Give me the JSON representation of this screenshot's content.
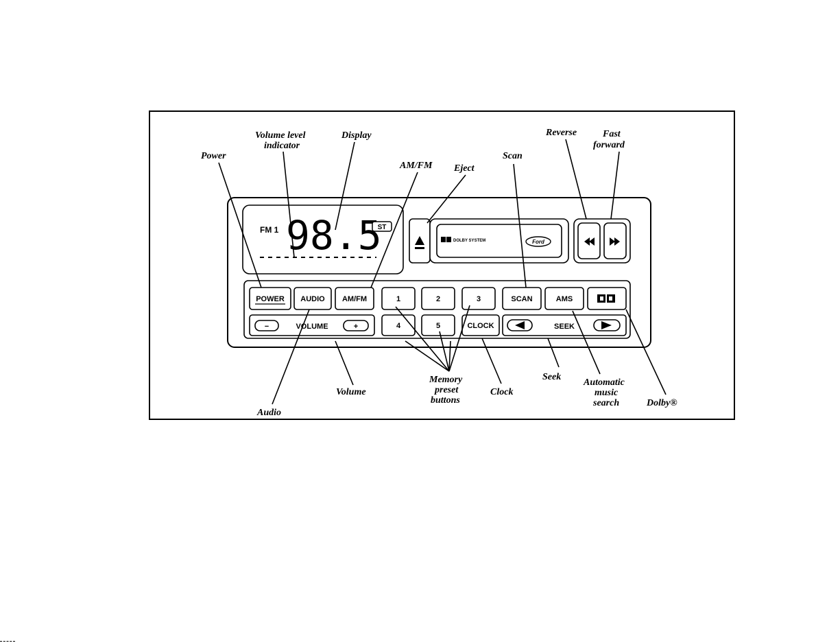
{
  "callouts": {
    "power": "Power",
    "volume_level_indicator_1": "Volume level",
    "volume_level_indicator_2": "indicator",
    "display": "Display",
    "am_fm": "AM/FM",
    "eject": "Eject",
    "scan": "Scan",
    "reverse": "Reverse",
    "fast_forward_1": "Fast",
    "fast_forward_2": "forward",
    "audio": "Audio",
    "volume": "Volume",
    "memory_preset_1": "Memory",
    "memory_preset_2": "preset",
    "memory_preset_3": "buttons",
    "clock": "Clock",
    "seek": "Seek",
    "ams_1": "Automatic",
    "ams_2": "music",
    "ams_3": "search",
    "dolby": "Dolby®"
  },
  "display": {
    "band": "FM 1",
    "frequency": "98.5",
    "stereo": "ST"
  },
  "cassette": {
    "dolby_label": "DOLBY SYSTEM",
    "brand": "Ford"
  },
  "buttons": {
    "power": "POWER",
    "audio": "AUDIO",
    "am_fm": "AM/FM",
    "preset_1": "1",
    "preset_2": "2",
    "preset_3": "3",
    "preset_4": "4",
    "preset_5": "5",
    "scan": "SCAN",
    "ams": "AMS",
    "clock": "CLOCK",
    "volume": "VOLUME",
    "volume_down": "−",
    "volume_up": "+",
    "seek": "SEEK"
  },
  "icons": {
    "eject": "eject-icon",
    "rewind": "rewind-icon",
    "fast_forward": "fast-forward-icon",
    "seek_down": "left-triangle-icon",
    "seek_up": "right-triangle-icon",
    "dolby": "dolby-double-d-icon"
  }
}
